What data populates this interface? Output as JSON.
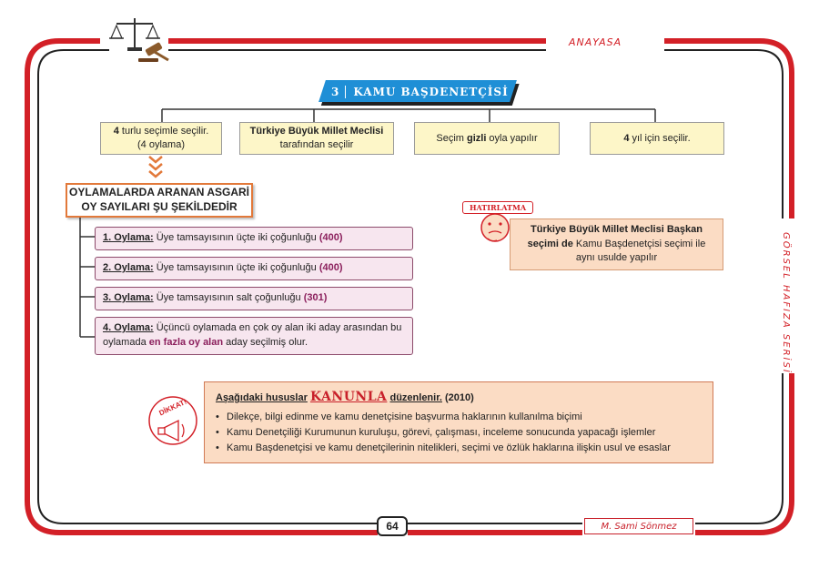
{
  "header": {
    "subject": "ANAYASA",
    "series": "GÖRSEL HAFIZA SERİSİ"
  },
  "title": {
    "number": "3",
    "text": "KAMU BAŞDENETÇİSİ"
  },
  "top_boxes": [
    {
      "bold": "4",
      "text": " turlu seçimle seçilir.",
      "line2": "(4 oylama)"
    },
    {
      "bold": "Türkiye Büyük Millet Meclisi",
      "text": "",
      "line2": "tarafından seçilir"
    },
    {
      "pre": "Seçim ",
      "bold": "gizli",
      "text": " oyla yapılır"
    },
    {
      "bold": "4",
      "text": " yıl için seçilir."
    }
  ],
  "requirement_box": {
    "line1": "OYLAMALARDA ARANAN ASGARİ",
    "line2": "OY SAYILARI ŞU ŞEKİLDEDİR"
  },
  "votes": [
    {
      "label": "1. Oylama:",
      "text": " Üye tamsayısının üçte iki çoğunluğu ",
      "value": "(400)"
    },
    {
      "label": "2. Oylama:",
      "text": " Üye tamsayısının üçte iki çoğunluğu ",
      "value": "(400)"
    },
    {
      "label": "3. Oylama:",
      "text": " Üye tamsayısının salt çoğunluğu ",
      "value": "(301)"
    },
    {
      "label": "4. Oylama:",
      "text": " Üçüncü oylamada en çok oy alan iki aday arasından bu oylamada ",
      "highlight": "en fazla oy alan",
      "text2": " aday seçilmiş olur."
    }
  ],
  "reminder": {
    "tag": "HATIRLATMA",
    "bold": "Türkiye Büyük Millet Meclisi Başkan seçimi de",
    "text": " Kamu Başdenetçisi seçimi ile aynı usulde yapılır"
  },
  "notice": {
    "tag": "DİKKAT!",
    "head_pre": "Aşağıdaki hususlar",
    "head_law": "KANUNLA",
    "head_post": "düzenlenir.",
    "year": " (2010)",
    "items": [
      "Dilekçe, bilgi edinme ve kamu denetçisine başvurma haklarının kullanılma biçimi",
      "Kamu Denetçiliği Kurumunun kuruluşu, görevi, çalışması, inceleme sonucunda yapacağı işlemler",
      "Kamu Başdenetçisi ve kamu denetçilerinin nitelikleri, seçimi ve özlük haklarına ilişkin usul ve esaslar"
    ]
  },
  "footer": {
    "page": "64",
    "author": "M. Sami Sönmez"
  },
  "colors": {
    "frame": "#d32027",
    "title_bg": "#1f8fd6",
    "box_yellow": "#fdf6c8",
    "vote_bg": "#f7e6ef",
    "accent_purple": "#8b1f5c",
    "peach": "#fbdcc4"
  }
}
